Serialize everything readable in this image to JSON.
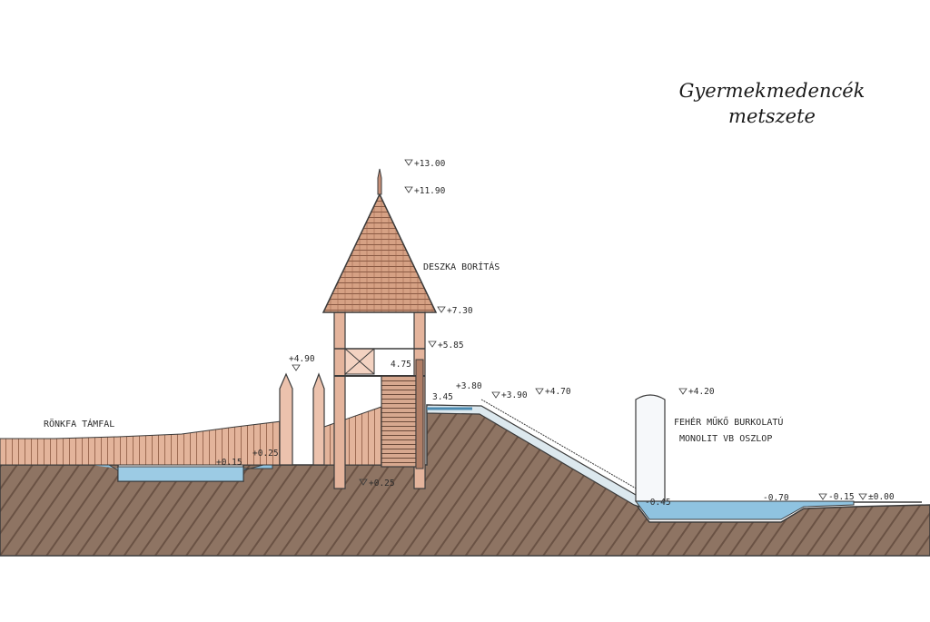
{
  "title": {
    "line1": "Gyermekmedencék",
    "line2": "metszete"
  },
  "labels": {
    "tower_cladding": "DESZKA BORÍTÁS",
    "retaining_wall": "RÖNKFA TÁMFAL",
    "column_line1": "FEHÉR MŰKŐ BURKOLATÚ",
    "column_line2": "MONOLIT VB OSZLOP"
  },
  "elevations": {
    "tower_top": "+13.00",
    "tower_roof_base_upper": "+11.90",
    "tower_eave": "+7.30",
    "tower_platform": "+5.85",
    "palisade_top": "+4.90",
    "stair_mark": "4.75",
    "slide_top_a": "+3.80",
    "slide_top_b": "+3.90",
    "slide_top_c": "+4.70",
    "slide_start": "3.45",
    "column_top": "+4.20",
    "left_pool_a": "+0.15",
    "left_pool_b": "+0.25",
    "tower_base": "+0.25",
    "lower_pool": "-0.45",
    "right_pool": "-0.70",
    "right_edge_a": "-0.15",
    "right_edge_b": "±0.00"
  },
  "colors": {
    "soil": "#8a6f5e",
    "timber": "#d9a88e",
    "water": "#8fc3e0",
    "outline": "#3b3b3b"
  }
}
